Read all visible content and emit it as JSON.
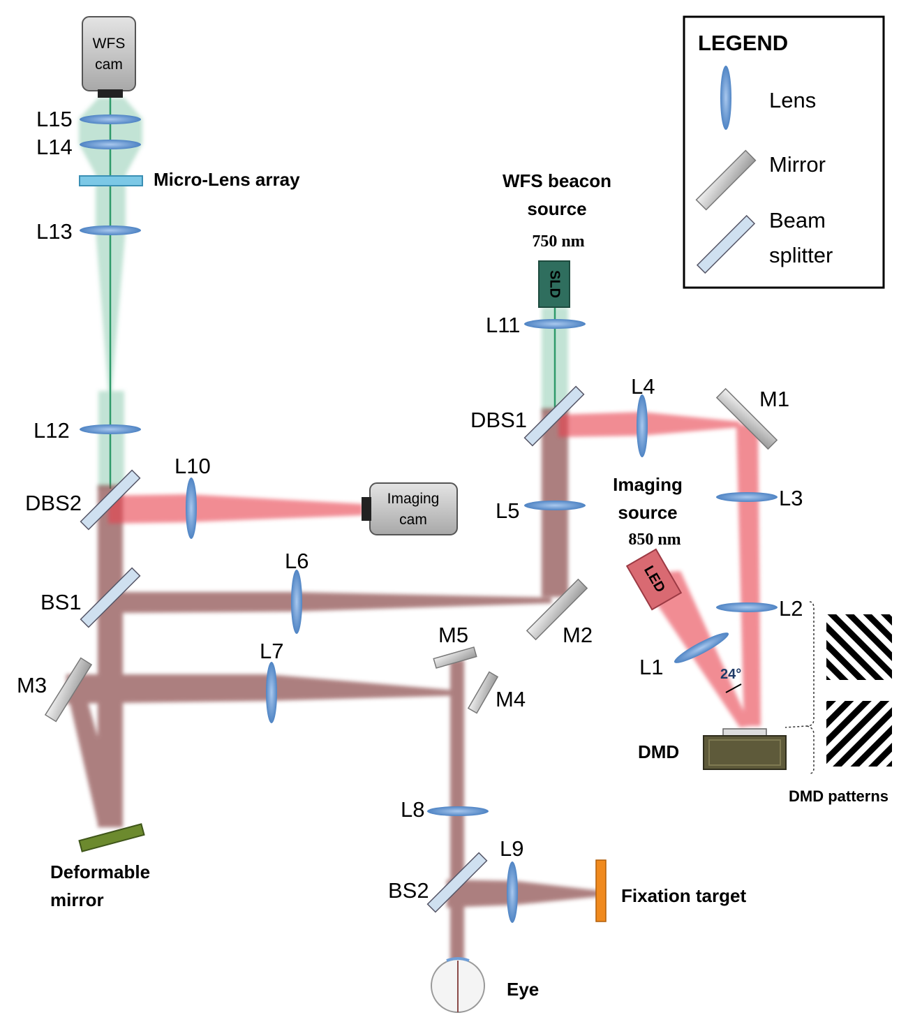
{
  "legend": {
    "title": "LEGEND",
    "lens": "Lens",
    "mirror": "Mirror",
    "beam_splitter_line1": "Beam",
    "beam_splitter_line2": "splitter"
  },
  "components": {
    "wfs_cam_line1": "WFS",
    "wfs_cam_line2": "cam",
    "imaging_cam_line1": "Imaging",
    "imaging_cam_line2": "cam",
    "sld": "SLD",
    "led": "LED",
    "micro_lens_array": "Micro-Lens array",
    "wfs_beacon_line1": "WFS beacon",
    "wfs_beacon_line2": "source",
    "wfs_beacon_wavelength": "750 nm",
    "imaging_source_line1": "Imaging",
    "imaging_source_line2": "source",
    "imaging_source_wavelength": "850 nm",
    "dmd": "DMD",
    "dmd_patterns": "DMD patterns",
    "deformable_mirror_line1": "Deformable",
    "deformable_mirror_line2": "mirror",
    "fixation_target": "Fixation target",
    "eye": "Eye",
    "angle": "24°"
  },
  "labels": {
    "L1": "L1",
    "L2": "L2",
    "L3": "L3",
    "L4": "L4",
    "L5": "L5",
    "L6": "L6",
    "L7": "L7",
    "L8": "L8",
    "L9": "L9",
    "L10": "L10",
    "L11": "L11",
    "L12": "L12",
    "L13": "L13",
    "L14": "L14",
    "L15": "L15",
    "M1": "M1",
    "M2": "M2",
    "M3": "M3",
    "M4": "M4",
    "M5": "M5",
    "DBS1": "DBS1",
    "DBS2": "DBS2",
    "BS1": "BS1",
    "BS2": "BS2"
  },
  "colors": {
    "red_beam": "#e8414e",
    "brown_beam": "#8a4a48",
    "green_beam": "#2f9a6a",
    "lens": "#6f9fd8",
    "mirror": "#c8c8c8",
    "beam_splitter": "#cfe0f0",
    "sld": "#2f6e5e",
    "led": "#d96a72",
    "dmd": "#5e5a3a",
    "deformable_mirror": "#6c8a2e",
    "fixation_target": "#f08a1e"
  }
}
